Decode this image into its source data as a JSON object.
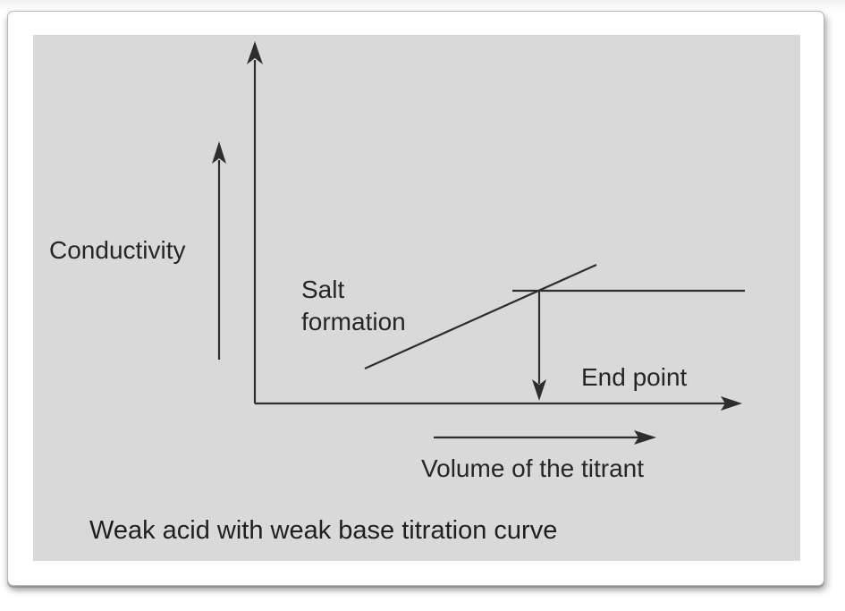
{
  "figure": {
    "type": "conceptual-titration-diagram",
    "y_axis_label": "Conductivity",
    "x_axis_label": "Volume of the titrant",
    "annotations": {
      "salt_formation": "Salt\nformation",
      "end_point": "End point"
    },
    "caption": "Weak acid with weak base titration curve",
    "elements": [
      "y-axis with upward arrow",
      "x-axis with rightward arrow",
      "upward arrow beside Conductivity label",
      "rising diagonal salt-formation line",
      "horizontal end-point level line",
      "downward arrow from level line to x-axis at end point",
      "rightward arrow above Volume of the titrant label"
    ],
    "colors": {
      "panel_background": "#d9d9d9",
      "line": "#2d2d2d",
      "text": "#262626",
      "frame_background": "#ffffff",
      "frame_border": "#b5b5b5"
    }
  }
}
